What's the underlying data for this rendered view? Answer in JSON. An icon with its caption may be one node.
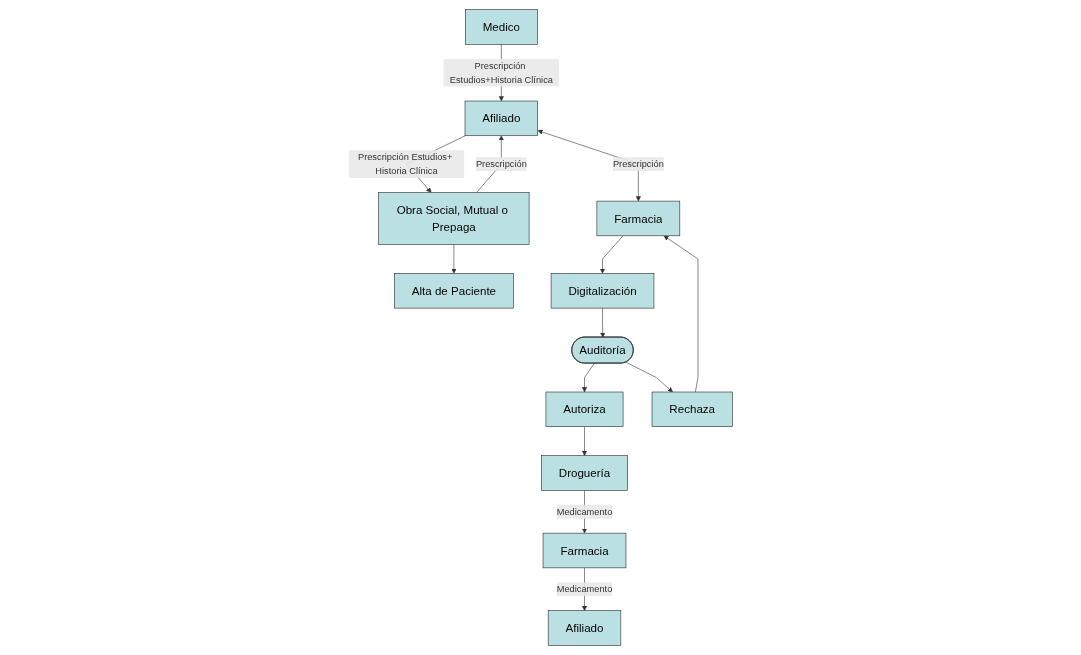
{
  "diagram": {
    "nodes": [
      {
        "text": [
          "Afiliado"
        ]
      },
      {
        "text": [
          "Medico"
        ]
      },
      {
        "text": [
          "Obra Social, Mutual o Prepaga"
        ]
      },
      {
        "text": [
          "Farmacia"
        ]
      },
      {
        "text": [
          "Alta de Paciente"
        ]
      },
      {
        "text": [
          "Digitalización"
        ]
      },
      {
        "text": [
          "Auditoría"
        ]
      },
      {
        "text": [
          "Droguería"
        ]
      },
      {
        "text": [
          "Autoriza"
        ]
      },
      {
        "text": [
          "Rechaza"
        ]
      },
      {
        "text": [
          "Farmacia"
        ]
      },
      {
        "text": [
          "Afiliado"
        ]
      }
    ],
    "edges": [
      {
        "from": 1,
        "to": 0,
        "arrow": "to",
        "label": "Prescripción Estudios+Historia Clínica"
      },
      {
        "from": 0,
        "to": 2,
        "arrow": "to",
        "label": "Prescripción Estudios+ Historia Clínica"
      },
      {
        "from": 2,
        "to": 0,
        "arrow": "to",
        "label": "Prescripción"
      },
      {
        "from": 0,
        "to": 3,
        "arrow": "both",
        "label": "Prescripción"
      },
      {
        "from": 2,
        "to": 4,
        "arrow": "to"
      },
      {
        "from": 3,
        "to": 5,
        "arrow": "to"
      },
      {
        "from": 5,
        "to": 6,
        "arrow": "to"
      },
      {
        "from": 6,
        "to": 8,
        "arrow": "to"
      },
      {
        "from": 6,
        "to": 9,
        "arrow": "to"
      },
      {
        "from": 9,
        "to": 3,
        "arrow": "to"
      },
      {
        "from": 8,
        "to": 7,
        "arrow": "to"
      },
      {
        "from": 7,
        "to": 10,
        "arrow": "to",
        "label": "Medicamento"
      },
      {
        "from": 10,
        "to": 11,
        "arrow": "to",
        "label": "Medicamento"
      }
    ]
  }
}
